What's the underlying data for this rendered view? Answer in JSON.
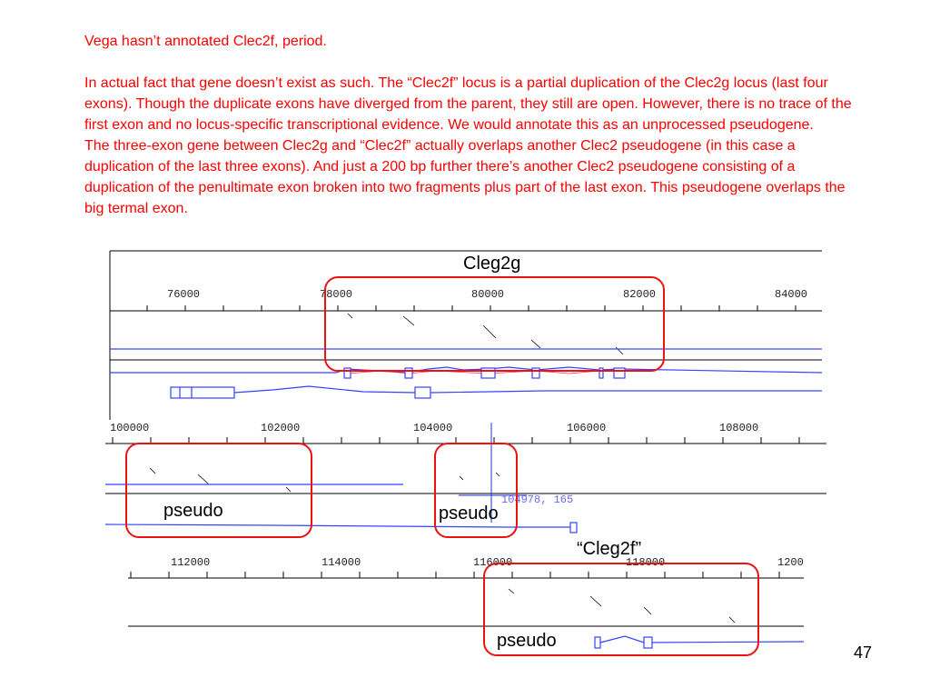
{
  "text": {
    "line1": "Vega hasn’t annotated Clec2f, period.",
    "para1": "In actual fact that gene doesn’t exist as such. The “Clec2f” locus is a partial duplication of the Clec2g locus (last four exons). Though the duplicate exons have diverged from the parent, they still are open. However, there is no trace of the first exon and no locus-specific transcriptional evidence. We would annotate this as an unprocessed pseudogene.",
    "para2": "The three-exon gene between Clec2g and “Clec2f” actually overlaps another Clec2 pseudogene (in this case a duplication of the last three exons). And just a 200 bp further there’s another Clec2 pseudogene consisting of a duplication of the penultimate exon broken into two fragments plus part of the last exon. This pseudogene overlaps the big termal exon."
  },
  "callouts": {
    "cleg2g": "Cleg2g",
    "pseudo_1": "pseudo",
    "pseudo_2": "pseudo",
    "cleg2f": "“Cleg2f”",
    "pseudo_3": "pseudo"
  },
  "panel1": {
    "ticks": [
      "76000",
      "78000",
      "80000",
      "82000",
      "84000"
    ]
  },
  "panel2": {
    "ticks": [
      "100000",
      "102000",
      "104000",
      "106000",
      "108000"
    ],
    "coordinate_readout": "104978, 165"
  },
  "panel3": {
    "ticks": [
      "112000",
      "114000",
      "116000",
      "118000",
      "1200"
    ]
  },
  "colors": {
    "text": "#ff0000",
    "highlight_box": "#ee1111",
    "track": "#3344ff",
    "feature": "#3344ff",
    "cursor": "#2233cc"
  },
  "page_number": "47"
}
